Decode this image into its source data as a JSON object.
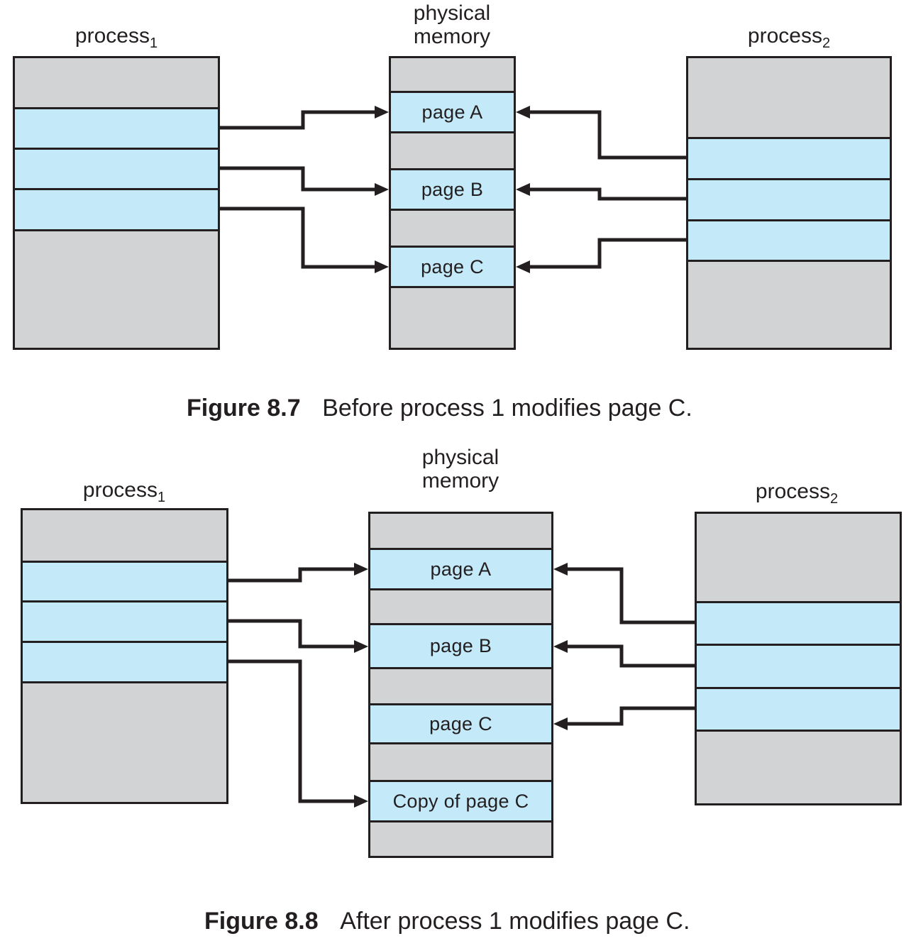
{
  "colors": {
    "page_fill": "#c4e9f9",
    "memory_fill": "#d1d3d4",
    "line": "#231f20",
    "background": "#ffffff"
  },
  "figures": [
    {
      "process1": {
        "label": "process",
        "sub": "1"
      },
      "process2": {
        "label": "process",
        "sub": "2"
      },
      "memory": {
        "label_line1": "physical",
        "label_line2": "memory",
        "pages": [
          "page A",
          "page B",
          "page C"
        ]
      },
      "caption": {
        "number": "Figure 8.7",
        "text": "Before process 1 modifies page C."
      }
    },
    {
      "process1": {
        "label": "process",
        "sub": "1"
      },
      "process2": {
        "label": "process",
        "sub": "2"
      },
      "memory": {
        "label_line1": "physical",
        "label_line2": "memory",
        "pages": [
          "page A",
          "page B",
          "page C",
          "Copy of page C"
        ]
      },
      "caption": {
        "number": "Figure 8.8",
        "text": "After process 1 modifies page C."
      }
    }
  ]
}
